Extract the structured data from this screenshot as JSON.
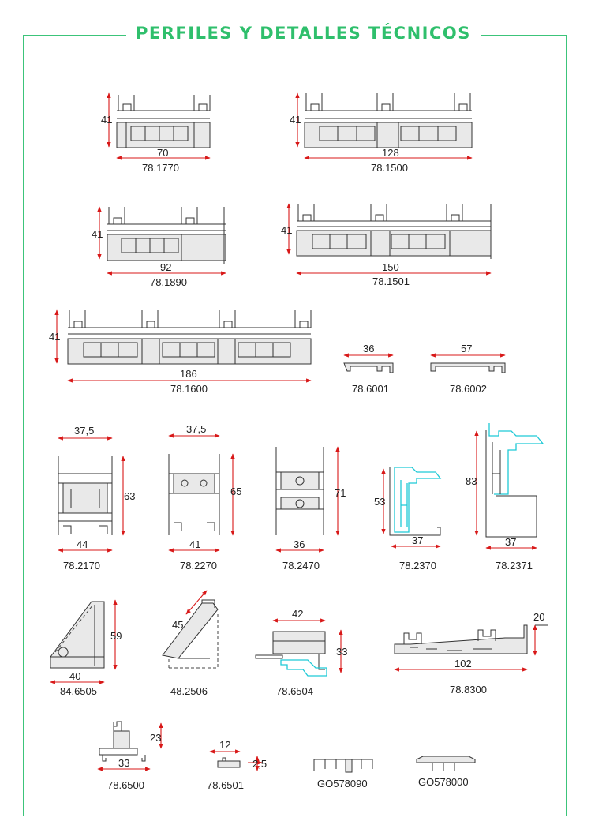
{
  "header": {
    "title": "PERFILES Y DETALLES TÉCNICOS"
  },
  "profiles": [
    {
      "code": "78.1770",
      "dims": [
        "41",
        "70"
      ]
    },
    {
      "code": "78.1500",
      "dims": [
        "41",
        "128"
      ]
    },
    {
      "code": "78.1890",
      "dims": [
        "41",
        "92"
      ]
    },
    {
      "code": "78.1501",
      "dims": [
        "41",
        "150"
      ]
    },
    {
      "code": "78.1600",
      "dims": [
        "41",
        "186"
      ]
    },
    {
      "code": "78.6001",
      "dims": [
        "36"
      ]
    },
    {
      "code": "78.6002",
      "dims": [
        "57"
      ]
    },
    {
      "code": "78.2170",
      "dims": [
        "37,5",
        "63",
        "44"
      ]
    },
    {
      "code": "78.2270",
      "dims": [
        "37,5",
        "65",
        "41"
      ]
    },
    {
      "code": "78.2470",
      "dims": [
        "71",
        "36"
      ]
    },
    {
      "code": "78.2370",
      "dims": [
        "53",
        "37"
      ]
    },
    {
      "code": "78.2371",
      "dims": [
        "83",
        "37"
      ]
    },
    {
      "code": "84.6505",
      "dims": [
        "59",
        "40"
      ]
    },
    {
      "code": "48.2506",
      "dims": [
        "45"
      ]
    },
    {
      "code": "78.6504",
      "dims": [
        "42",
        "33"
      ]
    },
    {
      "code": "78.8300",
      "dims": [
        "20",
        "102"
      ]
    },
    {
      "code": "78.6500",
      "dims": [
        "23",
        "33"
      ]
    },
    {
      "code": "78.6501",
      "dims": [
        "12",
        "2,5"
      ]
    },
    {
      "code": "GO578090",
      "dims": []
    },
    {
      "code": "GO578000",
      "dims": []
    }
  ]
}
